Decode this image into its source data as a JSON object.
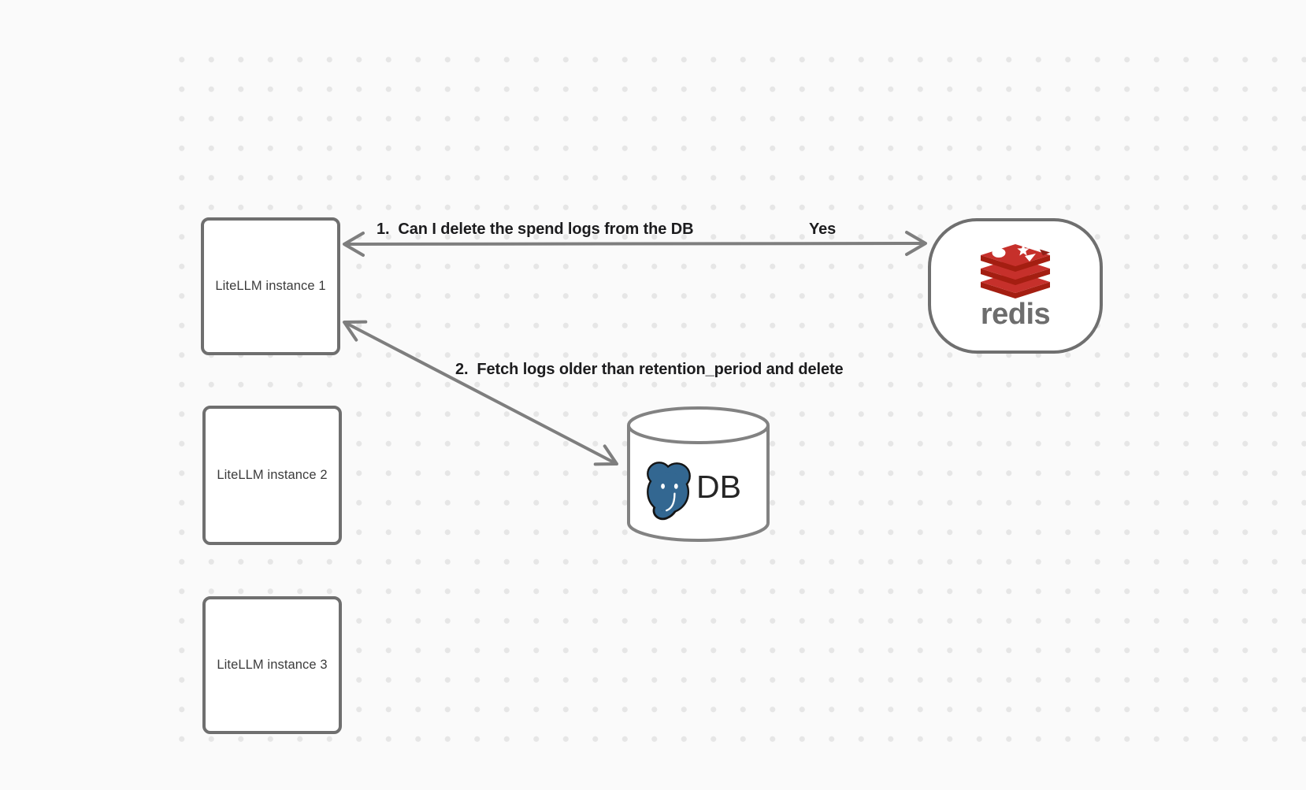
{
  "nodes": {
    "instances": [
      {
        "label": "LiteLLM instance 1"
      },
      {
        "label": "LiteLLM instance 2"
      },
      {
        "label": "LiteLLM instance 3"
      }
    ],
    "redis": {
      "wordmark": "redis",
      "icon": "redis-stack-logo",
      "colors": {
        "red": "#c6302b",
        "dark_red": "#a41e11",
        "wordmark_gray": "#6d6d6d"
      }
    },
    "database": {
      "label": "DB",
      "icon": "postgresql-elephant-logo",
      "colors": {
        "postgres_blue": "#336791"
      }
    }
  },
  "edges": {
    "edge1": {
      "label": "1.  Can I delete the spend logs from the DB",
      "response": "Yes",
      "type": "double-headed-arrow",
      "from": "litellm-instance-1",
      "to": "redis"
    },
    "edge2": {
      "label": "2.  Fetch logs older than retention_period and delete",
      "type": "double-headed-arrow",
      "from": "litellm-instance-1",
      "to": "database"
    }
  },
  "style": {
    "background": "#fafafa",
    "dot_color": "#e6e6e6",
    "arrow_gray": "#7e7e7e",
    "node_border_gray": "#6f6f6f",
    "label_text_color": "#1c1c1e"
  }
}
